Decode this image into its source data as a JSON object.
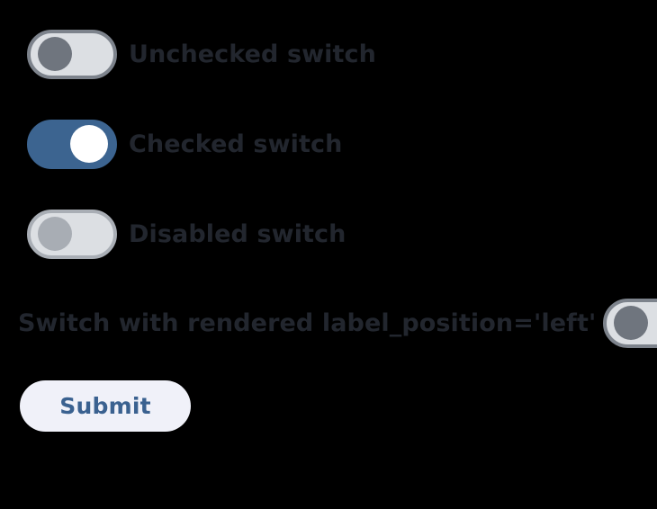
{
  "page": {
    "background_color": "#000000"
  },
  "colors": {
    "switch_track_off": "#dcdfe3",
    "switch_border_off": "#7d838c",
    "switch_knob_off": "#6f757e",
    "switch_track_on": "#3c6490",
    "switch_knob_on": "#ffffff",
    "switch_border_disabled": "#a9aeb5",
    "switch_knob_disabled": "#a8adb4",
    "label_text": "#22262e",
    "button_background": "#f0f1f9",
    "button_text": "#3a6190"
  },
  "form": {
    "switches": [
      {
        "label": "Unchecked switch",
        "state": "off",
        "disabled": false,
        "label_position": "right",
        "icon": "toggle-off-icon"
      },
      {
        "label": "Checked switch",
        "state": "on",
        "disabled": false,
        "label_position": "right",
        "icon": "toggle-on-icon"
      },
      {
        "label": "Disabled switch",
        "state": "off",
        "disabled": true,
        "label_position": "right",
        "icon": "toggle-off-disabled-icon"
      },
      {
        "label": "Switch with rendered label_position='left'",
        "state": "off",
        "disabled": false,
        "label_position": "left",
        "icon": "toggle-off-icon"
      }
    ],
    "submit_label": "Submit"
  }
}
